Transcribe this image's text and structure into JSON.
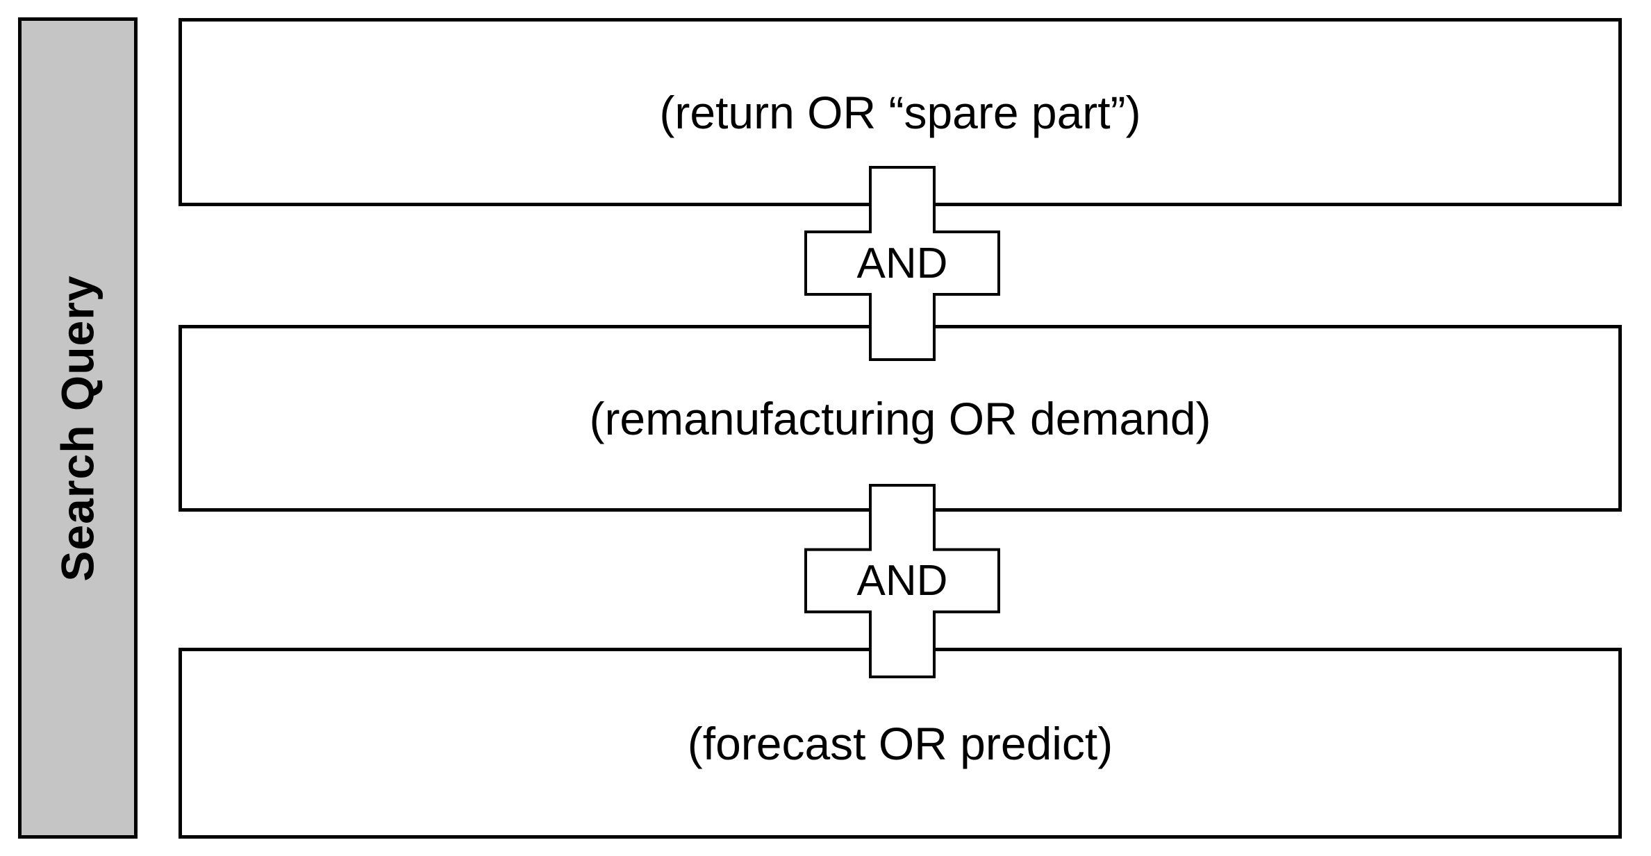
{
  "diagram": {
    "sidebar_label": "Search Query",
    "boxes": [
      {
        "label": "(return OR “spare part”)"
      },
      {
        "label": "(remanufacturing OR demand)"
      },
      {
        "label": "(forecast OR predict)"
      }
    ],
    "connectors": [
      {
        "label": "AND"
      },
      {
        "label": "AND"
      }
    ],
    "colors": {
      "border": "#000000",
      "box_fill": "#ffffff",
      "sidebar_fill": "#c5c5c5",
      "text": "#000000"
    }
  }
}
